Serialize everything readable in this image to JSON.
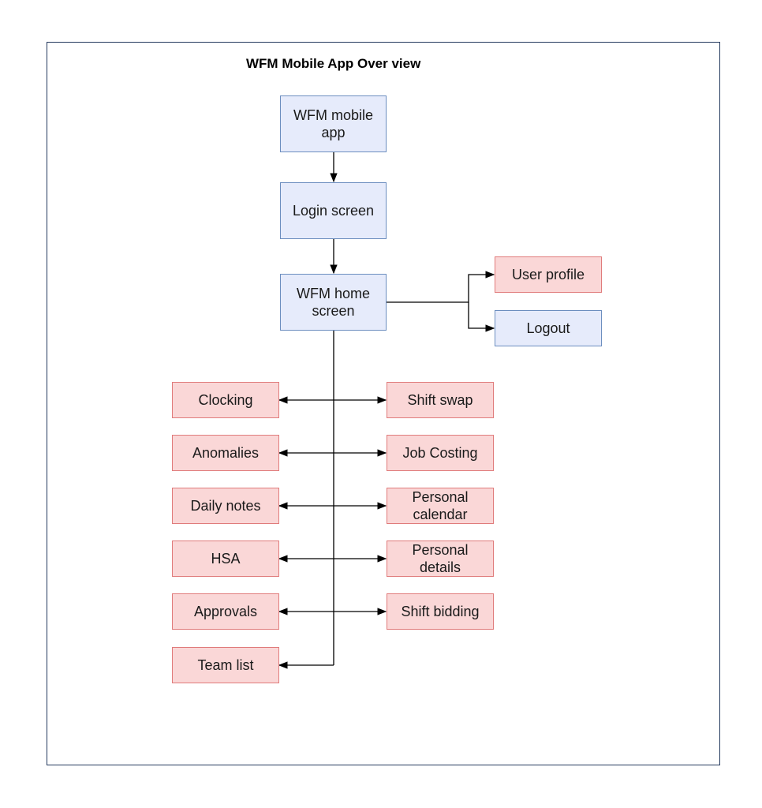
{
  "diagram": {
    "title": "WFM Mobile App Over view",
    "colors": {
      "blue_fill": "#e6ebfb",
      "blue_border": "#6c8ebf",
      "red_fill": "#fad7d7",
      "red_border": "#e07b7b",
      "edge": "#000000"
    },
    "nodes": {
      "mobile_app": "WFM mobile app",
      "login": "Login screen",
      "home": "WFM home screen",
      "user_profile": "User profile",
      "logout": "Logout",
      "clocking": "Clocking",
      "anomalies": "Anomalies",
      "daily_notes": "Daily notes",
      "hsa": "HSA",
      "approvals": "Approvals",
      "team_list": "Team list",
      "shift_swap": "Shift swap",
      "job_costing": "Job Costing",
      "personal_calendar": "Personal calendar",
      "personal_details": "Personal details",
      "shift_bidding": "Shift bidding"
    }
  }
}
